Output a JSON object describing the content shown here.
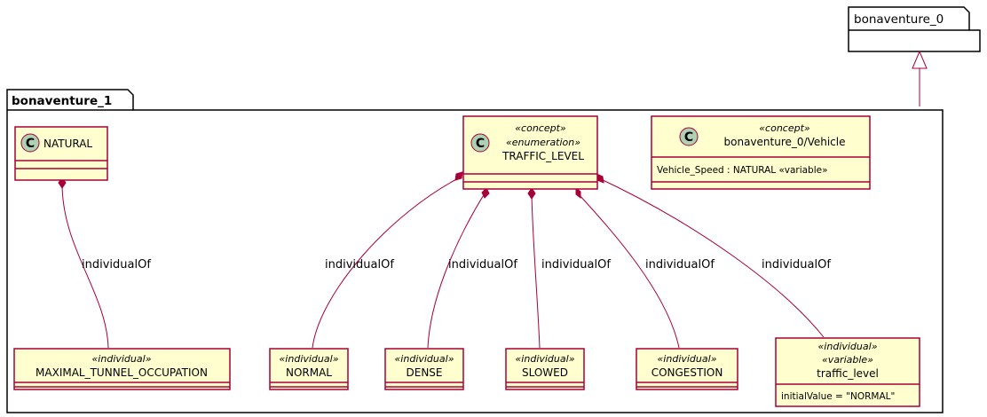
{
  "packages": {
    "outer": "bonaventure_0",
    "inner": "bonaventure_1"
  },
  "icons": {
    "class_icon": "class-c-icon",
    "class_letter": "C"
  },
  "classes": {
    "natural": {
      "name": "NATURAL"
    },
    "traffic_level": {
      "stereo1": "«concept»",
      "stereo2": "«enumeration»",
      "name": "TRAFFIC_LEVEL"
    },
    "vehicle": {
      "stereo1": "«concept»",
      "name": "bonaventure_0/Vehicle",
      "attribute": "Vehicle_Speed : NATURAL «variable»"
    }
  },
  "individuals": {
    "maximal_tunnel_occupation": {
      "stereo": "«individual»",
      "name": "MAXIMAL_TUNNEL_OCCUPATION"
    },
    "normal": {
      "stereo": "«individual»",
      "name": "NORMAL"
    },
    "dense": {
      "stereo": "«individual»",
      "name": "DENSE"
    },
    "slowed": {
      "stereo": "«individual»",
      "name": "SLOWED"
    },
    "congestion": {
      "stereo": "«individual»",
      "name": "CONGESTION"
    },
    "traffic_level_var": {
      "stereo1": "«individual»",
      "stereo2": "«variable»",
      "name": "traffic_level",
      "attribute": "initialValue = \"NORMAL\""
    }
  },
  "edge_labels": {
    "natural_to_mto": "individualOf",
    "tl_to_normal": "individualOf",
    "tl_to_dense": "individualOf",
    "tl_to_slowed": "individualOf",
    "tl_to_congestion": "individualOf",
    "tl_to_var": "individualOf"
  },
  "colors": {
    "class_fill": "#FEFECE",
    "border": "#A80036",
    "class_icon_fill": "#ADD1B2"
  }
}
